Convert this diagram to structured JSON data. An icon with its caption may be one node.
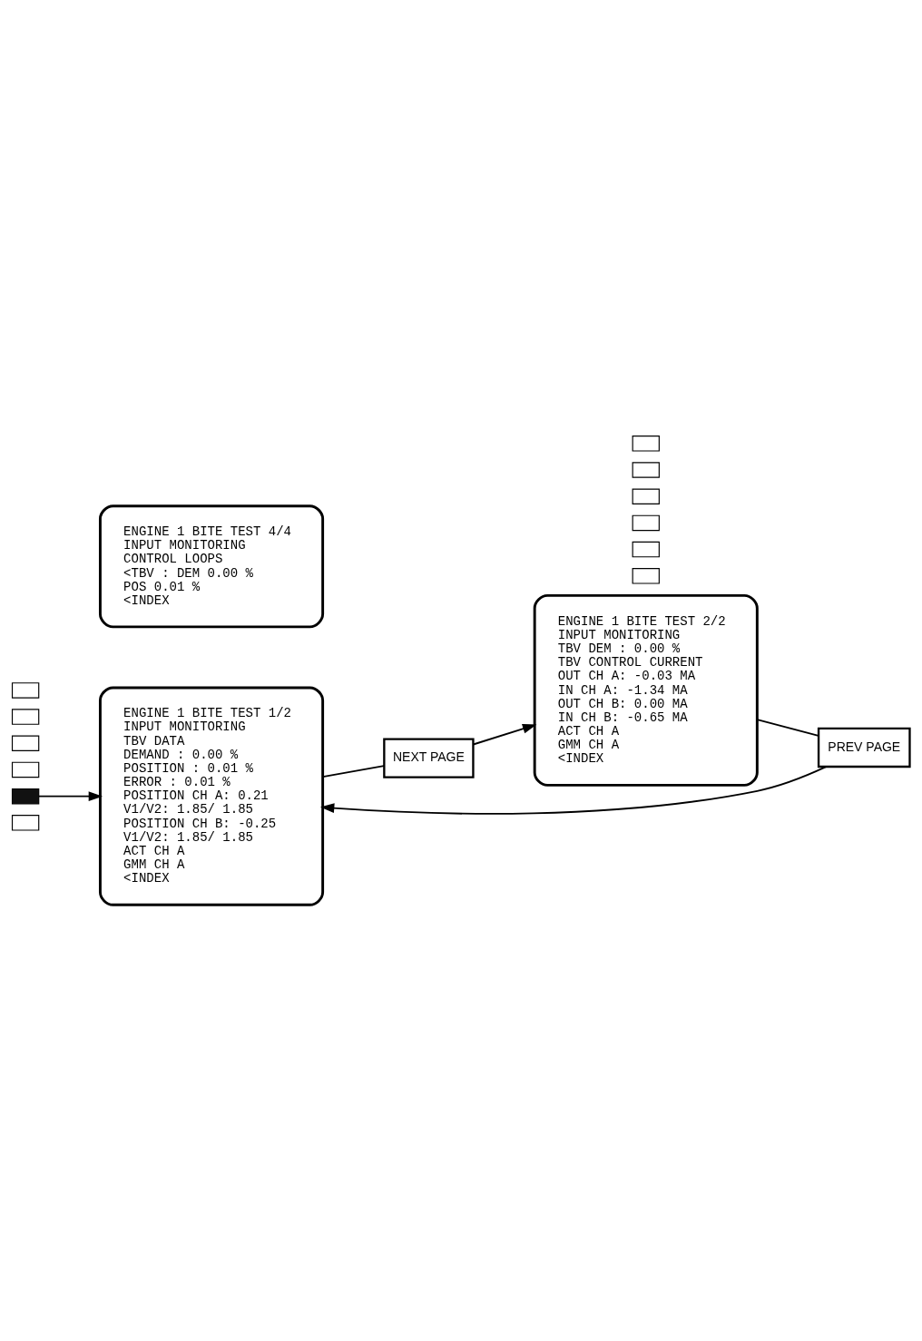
{
  "diagram": {
    "nodes": [
      {
        "text": [
          "ENGINE 1 BITE TEST 1/2",
          "INPUT MONITORING",
          "TBV DATA",
          "DEMAND : 0.00 %",
          "POSITION : 0.01 %",
          "ERROR : 0.01 %",
          "POSITION CH A: 0.21",
          "V1/V2: 1.85/ 1.85",
          "POSITION CH B: -0.25",
          "V1/V2: 1.85/ 1.85",
          "ACT CH A",
          "GMM CH A",
          "<INDEX"
        ]
      },
      {
        "text": [
          "ENGINE 1 BITE TEST 2/2",
          "INPUT MONITORING",
          "TBV DEM : 0.00 %",
          "TBV CONTROL CURRENT",
          "OUT CH A: -0.03 MA",
          "IN CH A: -1.34 MA",
          "OUT CH B: 0.00 MA",
          "IN CH B: -0.65 MA",
          "ACT CH A",
          "GMM CH A",
          "<INDEX"
        ]
      },
      {
        "text": [
          "ENGINE 1 BITE TEST 4/4",
          "INPUT MONITORING",
          "CONTROL LOOPS",
          "<TBV : DEM 0.00 %",
          "POS 0.01 %",
          "<INDEX"
        ]
      },
      {
        "text": [
          "NEXT PAGE"
        ]
      },
      {
        "text": [
          "PREV PAGE"
        ]
      },
      {
        "text": [],
        "shape": "box"
      },
      {
        "text": [],
        "shape": "box"
      },
      {
        "text": [],
        "shape": "box"
      },
      {
        "text": [],
        "shape": "box"
      },
      {
        "text": [],
        "shape": "box"
      },
      {
        "text": [],
        "shape": "box"
      },
      {
        "text": [],
        "shape": "box"
      },
      {
        "text": [],
        "shape": "box"
      },
      {
        "text": [],
        "shape": "box"
      },
      {
        "text": [],
        "shape": "box"
      },
      {
        "text": [],
        "shape": "box"
      },
      {
        "text": [],
        "shape": "box"
      }
    ],
    "edges": [
      {
        "from": 9,
        "to": 0,
        "arrow": "to"
      },
      {
        "from": 0,
        "to": 3,
        "arrow": "none"
      },
      {
        "from": 3,
        "to": 1,
        "arrow": "to"
      },
      {
        "from": 1,
        "to": 4,
        "arrow": "none"
      },
      {
        "from": 4,
        "to": 0,
        "arrow": "to"
      }
    ]
  }
}
